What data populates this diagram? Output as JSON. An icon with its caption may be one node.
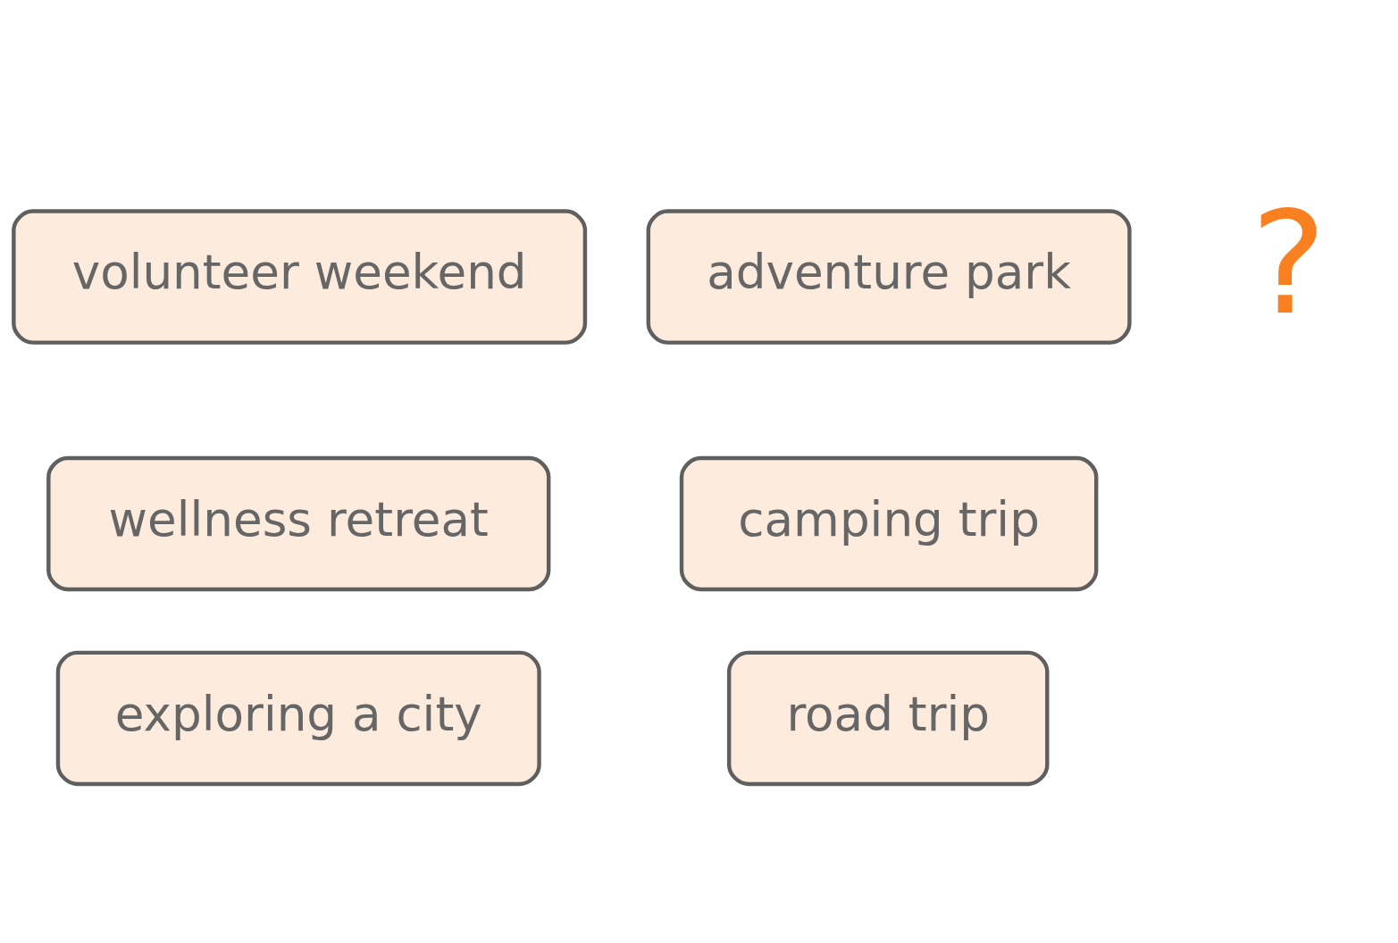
{
  "diagram": {
    "nodes": [
      {
        "text": [
          "road trip"
        ]
      },
      {
        "text": [
          "camping trip"
        ]
      },
      {
        "text": [
          "exploring a city"
        ]
      },
      {
        "text": [
          "adventure park"
        ]
      },
      {
        "text": [
          "wellness retreat"
        ]
      },
      {
        "text": [
          "volunteer weekend"
        ]
      }
    ],
    "labels": [
      "?"
    ]
  }
}
